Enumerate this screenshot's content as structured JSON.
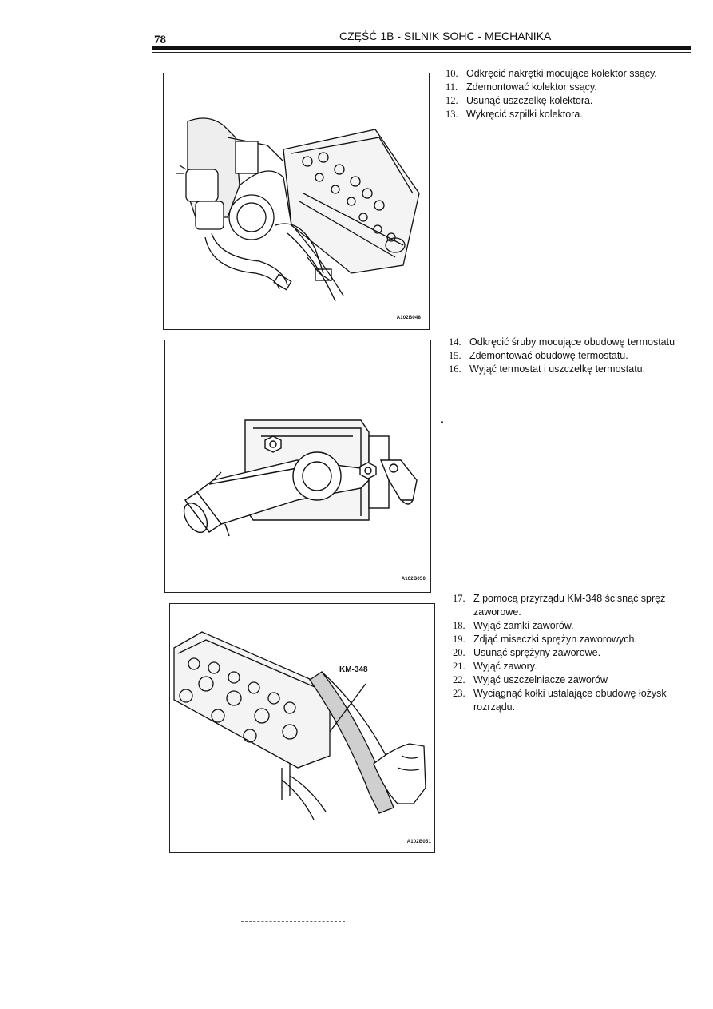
{
  "header": {
    "page_number": "78",
    "title": "CZĘŚĆ 1B - SILNIK SOHC - MECHANIKA"
  },
  "figures": [
    {
      "code": "A102B048",
      "subject": "intake manifold removal"
    },
    {
      "code": "A102B050",
      "subject": "thermostat housing"
    },
    {
      "code": "A102B051",
      "subject": "valve spring compressor",
      "label": "KM-348"
    }
  ],
  "sections": [
    {
      "steps": [
        {
          "num": "10.",
          "text": "Odkręcić nakrętki mocujące kolektor ssący."
        },
        {
          "num": "11.",
          "text": "Zdemontować kolektor ssący."
        },
        {
          "num": "12.",
          "text": "Usunąć uszczelkę kolektora."
        },
        {
          "num": "13.",
          "text": "Wykręcić szpilki kolektora."
        }
      ]
    },
    {
      "steps": [
        {
          "num": "14.",
          "text": "Odkręcić śruby mocujące obudowę termostatu"
        },
        {
          "num": "15.",
          "text": "Zdemontować obudowę termostatu."
        },
        {
          "num": "16.",
          "text": "Wyjąć termostat i uszczelkę termostatu."
        }
      ]
    },
    {
      "steps": [
        {
          "num": "17.",
          "text": "Z pomocą  przyrządu KM-348 ścisnąć spręż",
          "cont": "zaworowe."
        },
        {
          "num": "18.",
          "text": "Wyjąć zamki zaworów."
        },
        {
          "num": "19.",
          "text": "Zdjąć miseczki sprężyn zaworowych."
        },
        {
          "num": "20.",
          "text": "Usunąć sprężyny zaworowe."
        },
        {
          "num": "21.",
          "text": "Wyjąć zawory."
        },
        {
          "num": "22.",
          "text": "Wyjąć uszczelniacze zaworów"
        },
        {
          "num": "23.",
          "text": "Wyciągnąć kołki ustalające obudowę łożysk",
          "cont": "rozrządu."
        }
      ]
    }
  ]
}
